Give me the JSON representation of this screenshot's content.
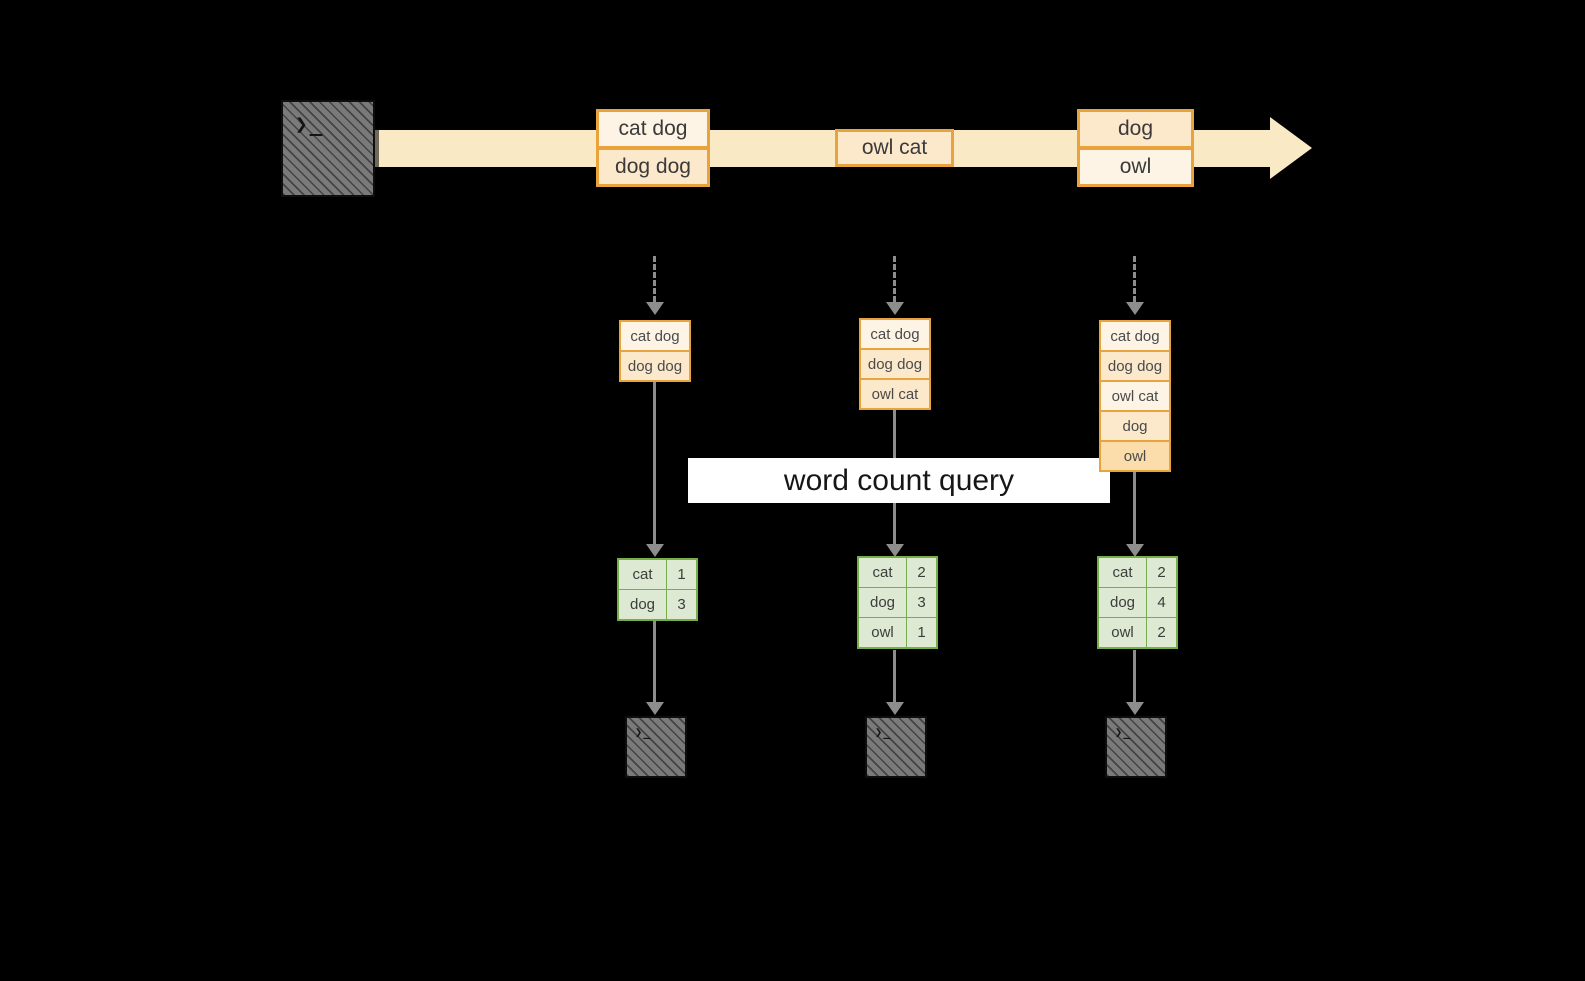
{
  "banner": {
    "label": "word count query"
  },
  "icons": {
    "terminal_prompt": "❯_"
  },
  "stream": {
    "groups": [
      [
        "cat dog",
        "dog dog"
      ],
      [
        "owl cat"
      ],
      [
        "dog",
        "owl"
      ]
    ]
  },
  "columns": [
    {
      "records": [
        "cat dog",
        "dog dog"
      ],
      "table": [
        [
          "cat",
          "1"
        ],
        [
          "dog",
          "3"
        ]
      ]
    },
    {
      "records": [
        "cat dog",
        "dog dog",
        "owl cat"
      ],
      "table": [
        [
          "cat",
          "2"
        ],
        [
          "dog",
          "3"
        ],
        [
          "owl",
          "1"
        ]
      ]
    },
    {
      "records": [
        "cat dog",
        "dog dog",
        "owl cat",
        "dog",
        "owl"
      ],
      "table": [
        [
          "cat",
          "2"
        ],
        [
          "dog",
          "4"
        ],
        [
          "owl",
          "2"
        ]
      ]
    }
  ],
  "colors": {
    "background": "#000000",
    "stream_band": "#f9e9c5",
    "record_border": "#e8a33c",
    "record_fill_light": "#fdf4e5",
    "record_fill_medium": "#fce8cb",
    "record_fill_deep": "#fbdcab",
    "table_border": "#77ae4b",
    "table_fill": "#dde9d2",
    "arrow": "#8d8d8d",
    "terminal": "#7a7a7a",
    "banner_bg": "#ffffff",
    "banner_text": "#161616"
  }
}
